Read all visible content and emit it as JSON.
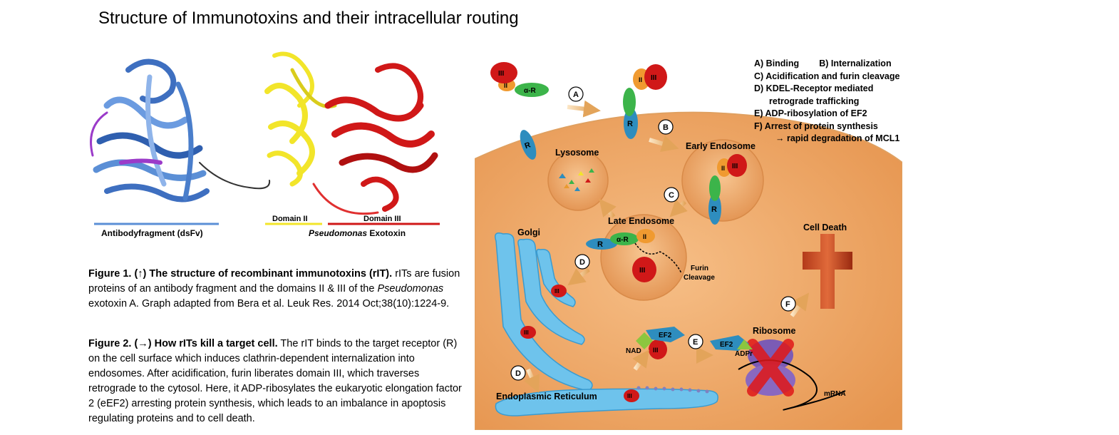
{
  "title": "Structure of Immunotoxins and their intracellular routing",
  "structure": {
    "label_antibody": "Antibodyfragment (dsFv)",
    "label_domain2": "Domain II",
    "label_domain3": "Domain III",
    "label_exotoxin_italic": "Pseudomonas",
    "label_exotoxin_rest": " Exotoxin"
  },
  "figure1": {
    "prefix": "Figure 1. (↑) The structure of recombinant immunotoxins (rIT).",
    "text_a": "  rITs are fusion proteins of an antibody fragment and the domains II & III of the ",
    "italic": "Pseudomonas",
    "text_b": " exotoxin A.  Graph adapted from Bera et al. Leuk Res. 2014 Oct;38(10):1224-9."
  },
  "figure2": {
    "prefix": "Figure 2. (→) How rITs kill a target cell.",
    "text": "  The rIT binds to the target receptor (R) on the cell surface which induces clathrin-dependent internalization into endosomes.  After acidification, furin liberates domain III, which traverses retrograde to the cytosol.  Here, it ADP-ribosylates the eukaryotic elongation factor 2 (eEF2) arresting protein synthesis, which leads to an imbalance in apoptosis regulating proteins and to cell death."
  },
  "legend": {
    "line1a": "A)  Binding",
    "line1b": "B)  Internalization",
    "line2": "C)  Acidification and furin cleavage",
    "line3": "D)  KDEL-Receptor mediated",
    "line4": "retrograde trafficking",
    "line5": "E)  ADP-ribosylation of EF2",
    "line6": "F)  Arrest of protein synthesis",
    "line7": "→ rapid degradation of MCL1"
  },
  "diagram": {
    "lysosome": "Lysosome",
    "early_endosome": "Early Endosome",
    "late_endosome": "Late Endosome",
    "golgi": "Golgi",
    "cell_death": "Cell Death",
    "furin1": "Furin",
    "furin2": "Cleavage",
    "ribosome": "Ribosome",
    "er": "Endoplasmic Reticulum",
    "mrna": "mRNA",
    "ef2": "EF2",
    "nad": "NAD",
    "adpr": "ADPr",
    "r": "R",
    "alpha_r": "α-R",
    "dom2": "II",
    "dom3": "III",
    "step_a": "A",
    "step_b": "B",
    "step_c": "C",
    "step_d": "D",
    "step_e": "E",
    "step_f": "F"
  },
  "colors": {
    "cell": "#F2A86A",
    "antibody": "#5B8FD6",
    "domain2": "#F2E52A",
    "domain3": "#D01818",
    "golgi": "#6EC3EC",
    "receptor": "#2E8DBE",
    "alpha_r": "#3CB44A"
  }
}
